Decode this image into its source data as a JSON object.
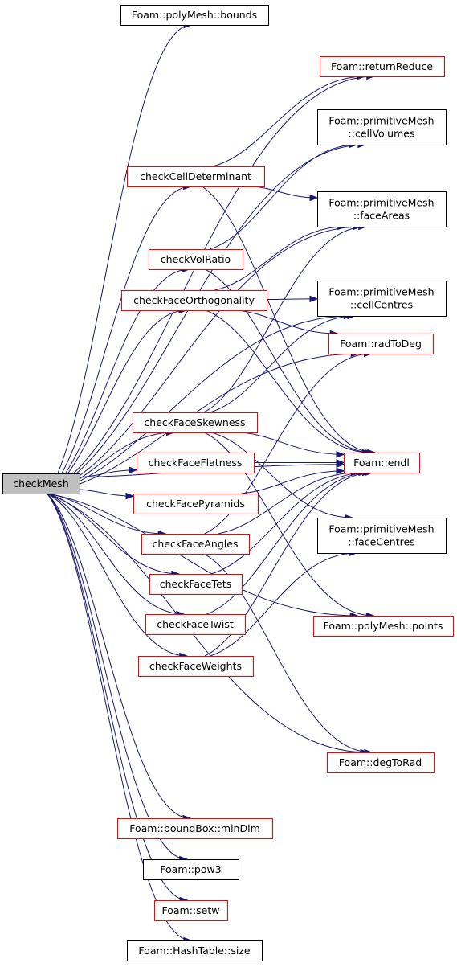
{
  "diagram": {
    "colors": {
      "edge": "#191970",
      "root_fill": "#bfbfbf",
      "border_black": "#000000",
      "border_red": "#ff0000"
    },
    "nodes": [
      {
        "id": "checkMesh",
        "lines": [
          "checkMesh"
        ],
        "style": "root"
      },
      {
        "id": "polyMesh_bounds",
        "lines": [
          "Foam::polyMesh::bounds"
        ],
        "style": "black"
      },
      {
        "id": "returnReduce",
        "lines": [
          "Foam::returnReduce"
        ],
        "style": "red"
      },
      {
        "id": "cellVolumes",
        "lines": [
          "Foam::primitiveMesh",
          "::cellVolumes"
        ],
        "style": "black"
      },
      {
        "id": "checkCellDeterminant",
        "lines": [
          "checkCellDeterminant"
        ],
        "style": "red"
      },
      {
        "id": "faceAreas",
        "lines": [
          "Foam::primitiveMesh",
          "::faceAreas"
        ],
        "style": "black"
      },
      {
        "id": "checkVolRatio",
        "lines": [
          "checkVolRatio"
        ],
        "style": "red"
      },
      {
        "id": "checkFaceOrthogonality",
        "lines": [
          "checkFaceOrthogonality"
        ],
        "style": "red"
      },
      {
        "id": "cellCentres",
        "lines": [
          "Foam::primitiveMesh",
          "::cellCentres"
        ],
        "style": "black"
      },
      {
        "id": "radToDeg",
        "lines": [
          "Foam::radToDeg"
        ],
        "style": "red"
      },
      {
        "id": "checkFaceSkewness",
        "lines": [
          "checkFaceSkewness"
        ],
        "style": "red"
      },
      {
        "id": "checkFaceFlatness",
        "lines": [
          "checkFaceFlatness"
        ],
        "style": "red"
      },
      {
        "id": "endl",
        "lines": [
          "Foam::endl"
        ],
        "style": "red"
      },
      {
        "id": "checkFacePyramids",
        "lines": [
          "checkFacePyramids"
        ],
        "style": "red"
      },
      {
        "id": "faceCentres",
        "lines": [
          "Foam::primitiveMesh",
          "::faceCentres"
        ],
        "style": "black"
      },
      {
        "id": "checkFaceAngles",
        "lines": [
          "checkFaceAngles"
        ],
        "style": "red"
      },
      {
        "id": "checkFaceTets",
        "lines": [
          "checkFaceTets"
        ],
        "style": "red"
      },
      {
        "id": "checkFaceTwist",
        "lines": [
          "checkFaceTwist"
        ],
        "style": "red"
      },
      {
        "id": "polyMesh_points",
        "lines": [
          "Foam::polyMesh::points"
        ],
        "style": "red"
      },
      {
        "id": "checkFaceWeights",
        "lines": [
          "checkFaceWeights"
        ],
        "style": "red"
      },
      {
        "id": "degToRad",
        "lines": [
          "Foam::degToRad"
        ],
        "style": "red"
      },
      {
        "id": "boundBox_minDim",
        "lines": [
          "Foam::boundBox::minDim"
        ],
        "style": "red"
      },
      {
        "id": "pow3",
        "lines": [
          "Foam::pow3"
        ],
        "style": "black"
      },
      {
        "id": "setw",
        "lines": [
          "Foam::setw"
        ],
        "style": "red"
      },
      {
        "id": "hashTable_size",
        "lines": [
          "Foam::HashTable::size"
        ],
        "style": "black"
      }
    ],
    "edges": [
      [
        "checkMesh",
        "polyMesh_bounds"
      ],
      [
        "checkMesh",
        "returnReduce"
      ],
      [
        "checkMesh",
        "cellVolumes"
      ],
      [
        "checkMesh",
        "checkCellDeterminant"
      ],
      [
        "checkMesh",
        "faceAreas"
      ],
      [
        "checkMesh",
        "checkVolRatio"
      ],
      [
        "checkMesh",
        "checkFaceOrthogonality"
      ],
      [
        "checkMesh",
        "cellCentres"
      ],
      [
        "checkMesh",
        "radToDeg"
      ],
      [
        "checkMesh",
        "checkFaceSkewness"
      ],
      [
        "checkMesh",
        "checkFaceFlatness"
      ],
      [
        "checkMesh",
        "endl"
      ],
      [
        "checkMesh",
        "checkFacePyramids"
      ],
      [
        "checkMesh",
        "checkFaceAngles"
      ],
      [
        "checkMesh",
        "checkFaceTets"
      ],
      [
        "checkMesh",
        "checkFaceTwist"
      ],
      [
        "checkMesh",
        "checkFaceWeights"
      ],
      [
        "checkMesh",
        "polyMesh_points"
      ],
      [
        "checkMesh",
        "degToRad"
      ],
      [
        "checkMesh",
        "boundBox_minDim"
      ],
      [
        "checkMesh",
        "pow3"
      ],
      [
        "checkMesh",
        "setw"
      ],
      [
        "checkMesh",
        "hashTable_size"
      ],
      [
        "checkCellDeterminant",
        "returnReduce"
      ],
      [
        "checkCellDeterminant",
        "faceAreas"
      ],
      [
        "checkCellDeterminant",
        "endl"
      ],
      [
        "checkVolRatio",
        "cellVolumes"
      ],
      [
        "checkVolRatio",
        "endl"
      ],
      [
        "checkFaceOrthogonality",
        "faceAreas"
      ],
      [
        "checkFaceOrthogonality",
        "cellCentres"
      ],
      [
        "checkFaceOrthogonality",
        "radToDeg"
      ],
      [
        "checkFaceOrthogonality",
        "endl"
      ],
      [
        "checkFaceSkewness",
        "faceAreas"
      ],
      [
        "checkFaceSkewness",
        "cellCentres"
      ],
      [
        "checkFaceSkewness",
        "endl"
      ],
      [
        "checkFaceSkewness",
        "faceCentres"
      ],
      [
        "checkFaceSkewness",
        "polyMesh_points"
      ],
      [
        "checkFaceFlatness",
        "endl"
      ],
      [
        "checkFacePyramids",
        "endl"
      ],
      [
        "checkFaceAngles",
        "radToDeg"
      ],
      [
        "checkFaceAngles",
        "endl"
      ],
      [
        "checkFaceAngles",
        "degToRad"
      ],
      [
        "checkFaceTets",
        "endl"
      ],
      [
        "checkFaceTwist",
        "endl"
      ],
      [
        "checkFaceWeights",
        "endl"
      ],
      [
        "checkFaceWeights",
        "faceCentres"
      ]
    ]
  }
}
